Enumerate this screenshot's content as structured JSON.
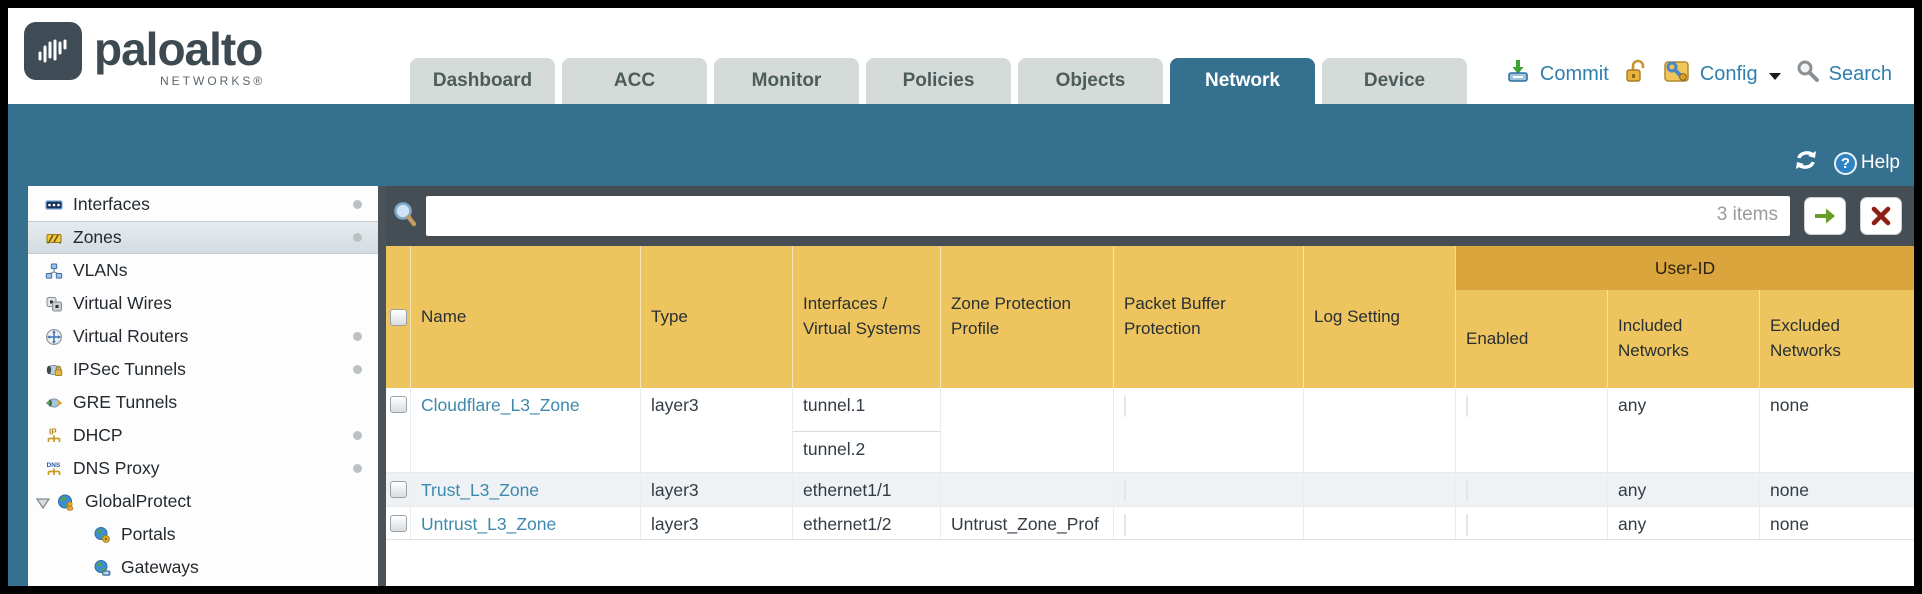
{
  "brand": {
    "logo": "paloalto",
    "sub": "NETWORKS®"
  },
  "nav_tabs": [
    {
      "label": "Dashboard",
      "active": false
    },
    {
      "label": "ACC",
      "active": false
    },
    {
      "label": "Monitor",
      "active": false
    },
    {
      "label": "Policies",
      "active": false
    },
    {
      "label": "Objects",
      "active": false
    },
    {
      "label": "Network",
      "active": true
    },
    {
      "label": "Device",
      "active": false
    }
  ],
  "utility": {
    "commit_label": "Commit",
    "config_label": "Config",
    "search_label": "Search"
  },
  "band": {
    "help_label": "Help"
  },
  "sidebar": {
    "items": [
      {
        "label": "Interfaces"
      },
      {
        "label": "Zones",
        "selected": true
      },
      {
        "label": "VLANs"
      },
      {
        "label": "Virtual Wires"
      },
      {
        "label": "Virtual Routers"
      },
      {
        "label": "IPSec Tunnels"
      },
      {
        "label": "GRE Tunnels"
      },
      {
        "label": "DHCP"
      },
      {
        "label": "DNS Proxy"
      },
      {
        "label": "GlobalProtect"
      },
      {
        "label": "Portals"
      },
      {
        "label": "Gateways"
      }
    ]
  },
  "filter": {
    "value": "",
    "count": "3 items"
  },
  "table": {
    "user_id_group_label": "User-ID",
    "columns": {
      "name": "Name",
      "type": "Type",
      "interfaces": "Interfaces / Virtual Systems",
      "zone_protection_profile": "Zone Protection Profile",
      "packet_buffer_protection": "Packet Buffer Protection",
      "log_setting": "Log Setting",
      "enabled": "Enabled",
      "included_networks": "Included Networks",
      "excluded_networks": "Excluded Networks"
    },
    "rows": [
      {
        "name": "Cloudflare_L3_Zone",
        "type": "layer3",
        "interfaces": [
          "tunnel.1",
          "tunnel.2"
        ],
        "zone_protection_profile": "",
        "included_networks": "any",
        "excluded_networks": "none"
      },
      {
        "name": "Trust_L3_Zone",
        "type": "layer3",
        "interfaces": [
          "ethernet1/1"
        ],
        "zone_protection_profile": "",
        "included_networks": "any",
        "excluded_networks": "none"
      },
      {
        "name": "Untrust_L3_Zone",
        "type": "layer3",
        "interfaces": [
          "ethernet1/2"
        ],
        "zone_protection_profile": "Untrust_Zone_Prof",
        "included_networks": "any",
        "excluded_networks": "none"
      }
    ]
  },
  "colors": {
    "accent_teal": "#35708F",
    "header_orange": "#EEC45E",
    "user_id_band": "#D9A53C",
    "link_blue": "#3D89AE",
    "filter_strip": "#454E54"
  }
}
